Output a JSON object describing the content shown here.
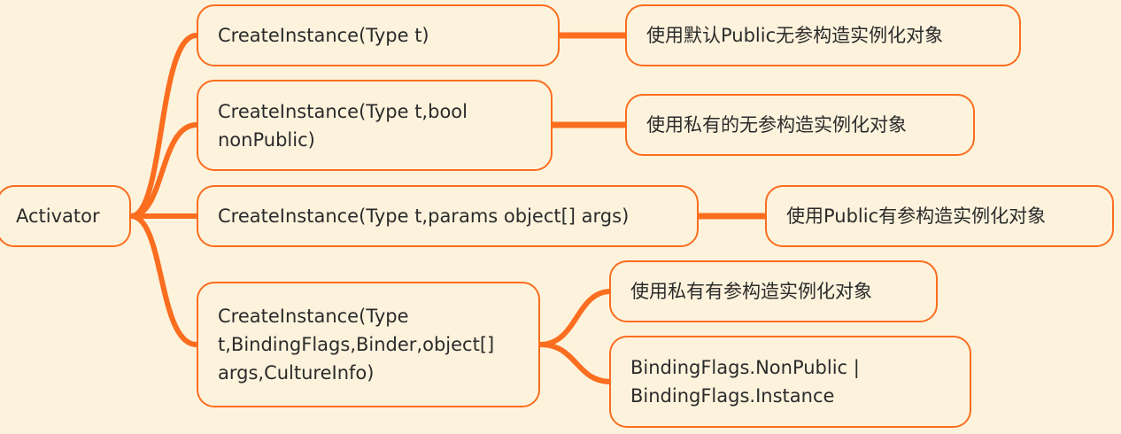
{
  "colors": {
    "background": "#fdf3dd",
    "accent": "#fb6d1f",
    "text": "#2b2b2b"
  },
  "root": {
    "label": "Activator"
  },
  "branches": [
    {
      "label": "CreateInstance(Type t)",
      "children": [
        "使用默认Public无参构造实例化对象"
      ]
    },
    {
      "label": "CreateInstance(Type t,bool nonPublic)",
      "children": [
        "使用私有的无参构造实例化对象"
      ]
    },
    {
      "label": "CreateInstance(Type t,params object[] args)",
      "children": [
        "使用Public有参构造实例化对象"
      ]
    },
    {
      "label": "CreateInstance(Type t,BindingFlags,Binder,object[] args,CultureInfo)",
      "children": [
        "使用私有有参构造实例化对象",
        "BindingFlags.NonPublic | BindingFlags.Instance"
      ]
    }
  ]
}
